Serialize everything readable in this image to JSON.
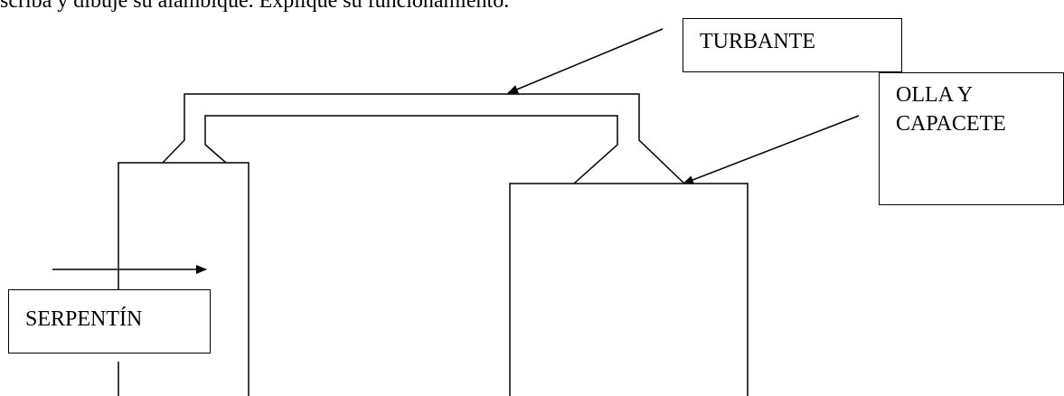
{
  "intro_text": "scriba y dibuje su alambique. Explique su funcionamiento.",
  "labels": {
    "turbante": "TURBANTE",
    "olla_line1": "OLLA Y",
    "olla_line2": "CAPACETE",
    "serpentin": "SERPENTÍN"
  },
  "colors": {
    "stroke": "#000000",
    "background": "#ffffff"
  }
}
